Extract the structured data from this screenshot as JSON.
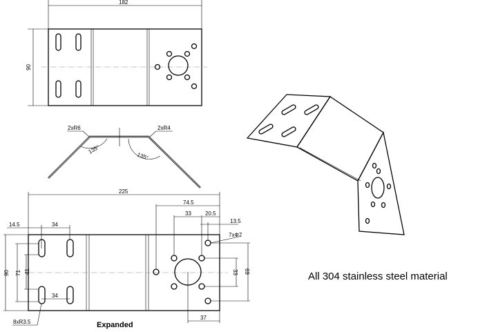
{
  "top_view": {
    "width_label": "182",
    "height_label": "90"
  },
  "side_view": {
    "left_radius": "2xR6",
    "right_radius": "2xR4",
    "left_angle": "135°",
    "right_angle": "135°"
  },
  "expanded_view": {
    "title": "Expanded",
    "overall_width": "225",
    "height": "90",
    "hole_span": "74.5",
    "bolt_spacing": "33",
    "edge_offset_a": "20.5",
    "edge_offset_b": "13.5",
    "slot_offset": "14.5",
    "slot_spacing_top": "34",
    "slot_spacing_bottom": "34",
    "slot_outer": "71",
    "slot_inner": "41",
    "bolt_vertical": "33",
    "hole_vertical": "69",
    "center_offset": "37",
    "hole_callout": "7xΦ7",
    "slot_callout": "8xR3.5"
  },
  "material_note": "All 304 stainless steel material"
}
